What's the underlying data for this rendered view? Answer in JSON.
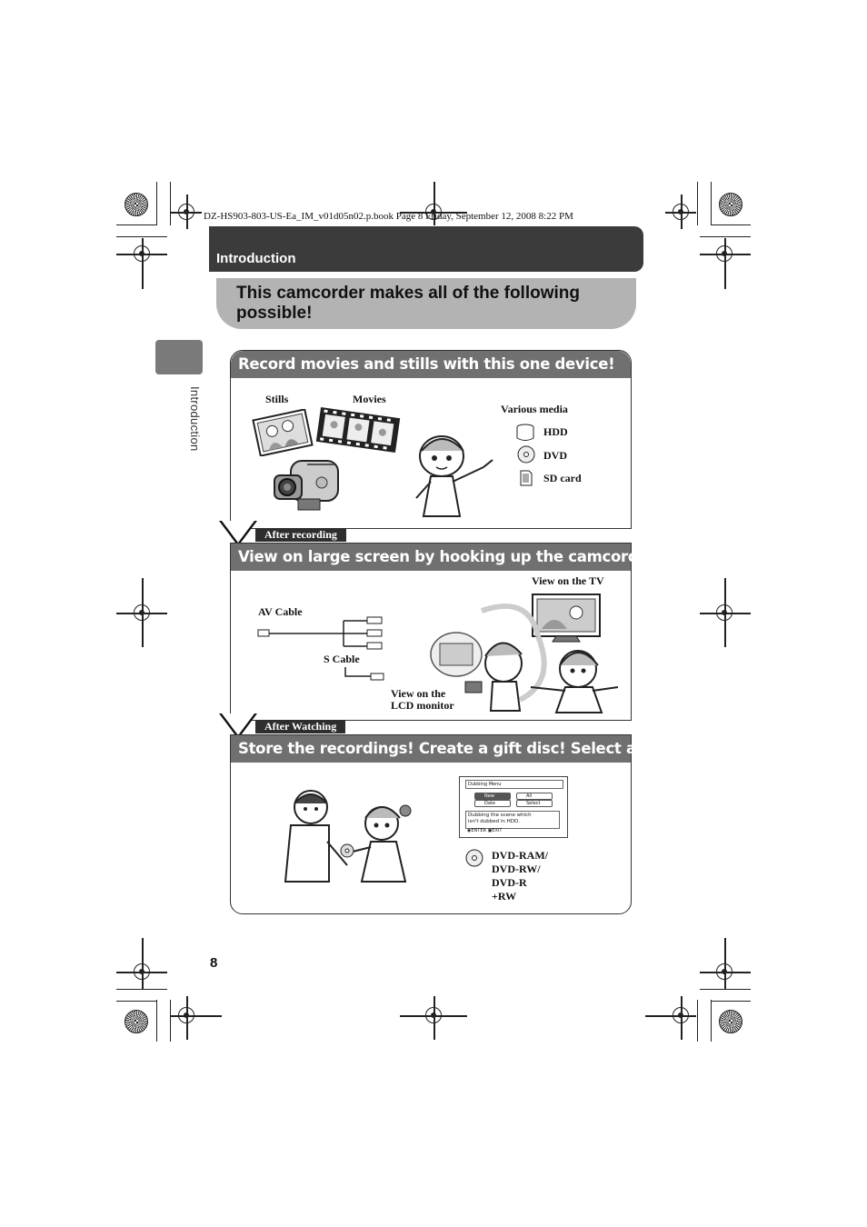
{
  "file_header": "DZ-HS903-803-US-Ea_IM_v01d05n02.p.book  Page 8  Friday, September 12, 2008  8:22 PM",
  "section": "Introduction",
  "subtitle": "This camcorder makes all of the following possible!",
  "side_label": "Introduction",
  "panel1": {
    "heading": "Record movies and stills with this one device!",
    "stills": "Stills",
    "movies": "Movies",
    "media_title": "Various media",
    "media": [
      "HDD",
      "DVD",
      "SD card"
    ]
  },
  "after_recording": "After recording",
  "panel2": {
    "heading": "View on large screen by hooking up the camcorder to a TV!",
    "av_cable": "AV Cable",
    "s_cable": "S Cable",
    "view_tv": "View on the TV",
    "view_lcd_1": "View on the",
    "view_lcd_2": "LCD monitor"
  },
  "after_watching": "After Watching",
  "panel3": {
    "heading": "Store the recordings! Create a gift disc! Select a disc easily!",
    "dubbing_menu": {
      "title": "Dubbing Menu",
      "btn_new": "New",
      "btn_all": "All",
      "btn_date": "Date",
      "btn_select": "Select",
      "message_1": "Dubbing the scene which",
      "message_2": "isn't dubbed in HDD.",
      "enter": "ENTER",
      "exit": "EXIT"
    },
    "disc_types": [
      "DVD-RAM/",
      "DVD-RW/",
      "DVD-R",
      "+RW"
    ]
  },
  "page_number": "8"
}
